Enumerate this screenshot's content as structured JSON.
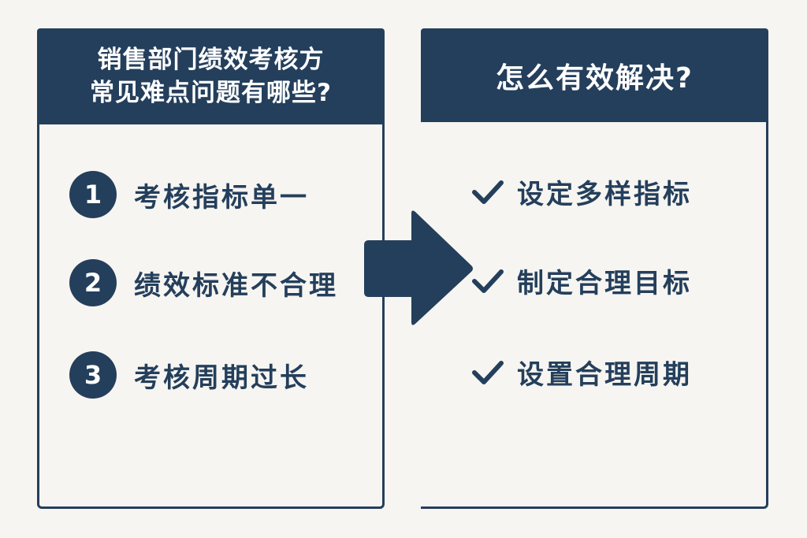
{
  "left_panel": {
    "title_line1": "销售部门绩效考核方",
    "title_line2": "常见难点问题有哪些?",
    "items": [
      {
        "number": "1",
        "label": "考核指标单一"
      },
      {
        "number": "2",
        "label": "绩效标准不合理"
      },
      {
        "number": "3",
        "label": "考核周期过长"
      }
    ]
  },
  "right_panel": {
    "title": "怎么有效解决?",
    "items": [
      {
        "icon": "check-icon",
        "label": "设定多样指标"
      },
      {
        "icon": "check-icon",
        "label": "制定合理目标"
      },
      {
        "icon": "check-icon",
        "label": "设置合理周期"
      }
    ]
  },
  "arrow": {
    "icon": "arrow-right-icon"
  },
  "colors": {
    "primary": "#243f5c",
    "background": "#f7f5f1",
    "header_text": "#ffffff"
  }
}
